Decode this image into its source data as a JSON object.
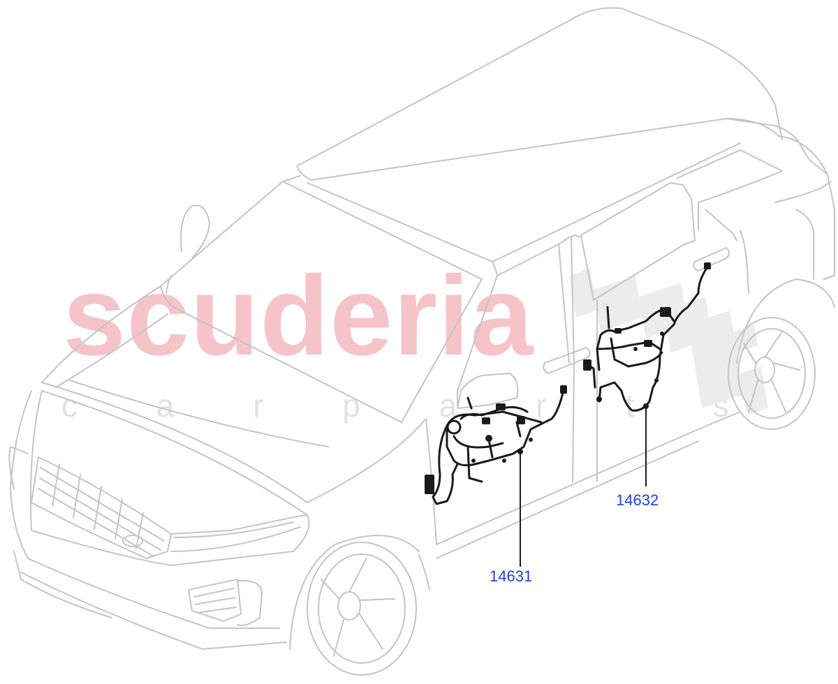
{
  "watermark": {
    "brand": "scuderia",
    "tagline": "c a r   p a r t s"
  },
  "callouts": [
    {
      "id": "harness-front-door",
      "label": "14631"
    },
    {
      "id": "harness-rear-door",
      "label": "14632"
    }
  ],
  "colors": {
    "outline": "#c4c4c4",
    "harness": "#1a1a1a",
    "callout_text": "#1f3fd9",
    "watermark_red": "#f6c4c8",
    "watermark_gray": "#e2e2e2"
  }
}
